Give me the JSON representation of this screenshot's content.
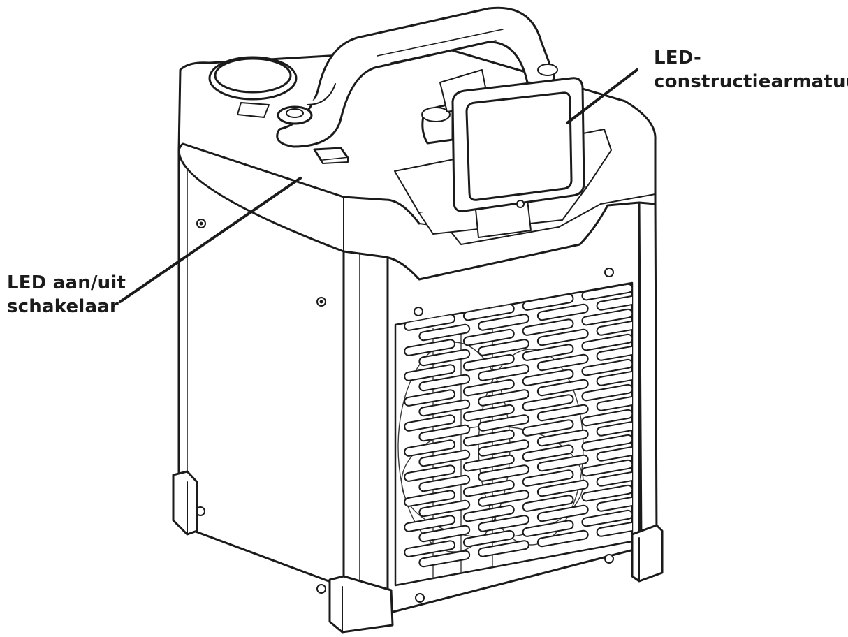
{
  "callouts": {
    "switch": {
      "line1": "LED aan/uit",
      "line2": "schakelaar"
    },
    "light": {
      "line1": "LED-",
      "line2": "constructiearmatuur"
    }
  },
  "colors": {
    "ink": "#1b1b1b",
    "background": "#ffffff",
    "body_fill": "#ffffff"
  },
  "icons": [
    "space-heater-illustration",
    "handle-icon",
    "led-lamp-icon",
    "fan-grille-icon",
    "switch-icon"
  ]
}
